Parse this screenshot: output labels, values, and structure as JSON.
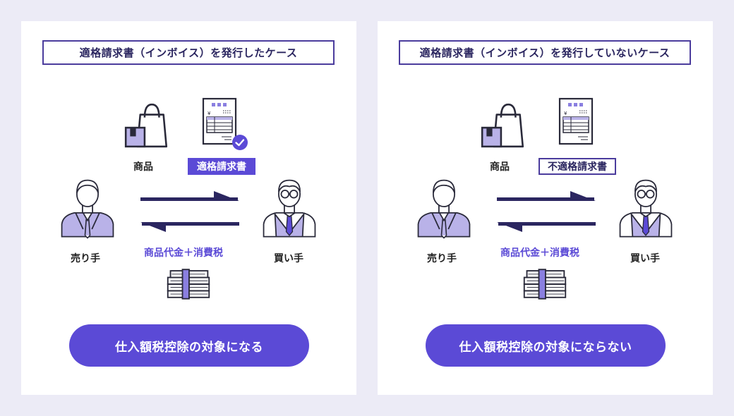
{
  "colors": {
    "accent": "#5b4ad6",
    "dark": "#2b2660",
    "light_purple": "#b9b2e8",
    "background": "#ecebf6"
  },
  "panels": [
    {
      "title": "適格請求書（インボイス）を発行したケース",
      "product_label": "商品",
      "document_label": "適格請求書",
      "seller_label": "売り手",
      "buyer_label": "買い手",
      "payment_label": "商品代金＋消費税",
      "result_label": "仕入額税控除の対象になる",
      "icons": [
        "shopping-bag-icon",
        "invoice-check-icon",
        "seller-person-icon",
        "buyer-person-icon",
        "money-stack-icon"
      ]
    },
    {
      "title": "適格請求書（インボイス）を発行していないケース",
      "product_label": "商品",
      "document_label": "不適格請求書",
      "seller_label": "売り手",
      "buyer_label": "買い手",
      "payment_label": "商品代金＋消費税",
      "result_label": "仕入額税控除の対象にならない",
      "icons": [
        "shopping-bag-icon",
        "invoice-icon",
        "seller-person-icon",
        "buyer-person-icon",
        "money-stack-icon"
      ]
    }
  ]
}
